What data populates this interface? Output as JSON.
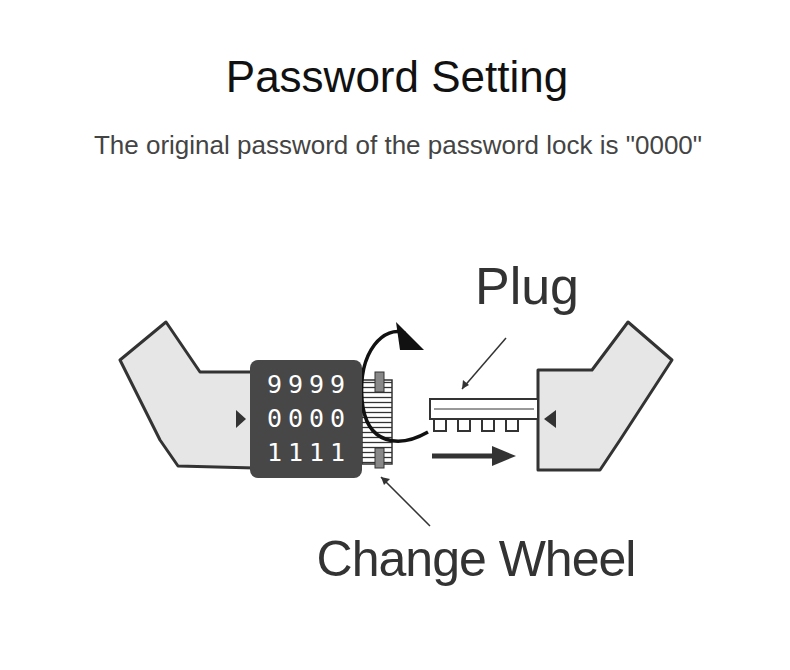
{
  "diagram": {
    "title": "Password Setting",
    "caption": "The original password of the password lock is \"0000\"",
    "nodes": [
      {
        "text": [
          "9999",
          "0000",
          "1111"
        ]
      }
    ],
    "edges": [],
    "labels": [
      "Plug",
      "Change Wheel"
    ]
  }
}
